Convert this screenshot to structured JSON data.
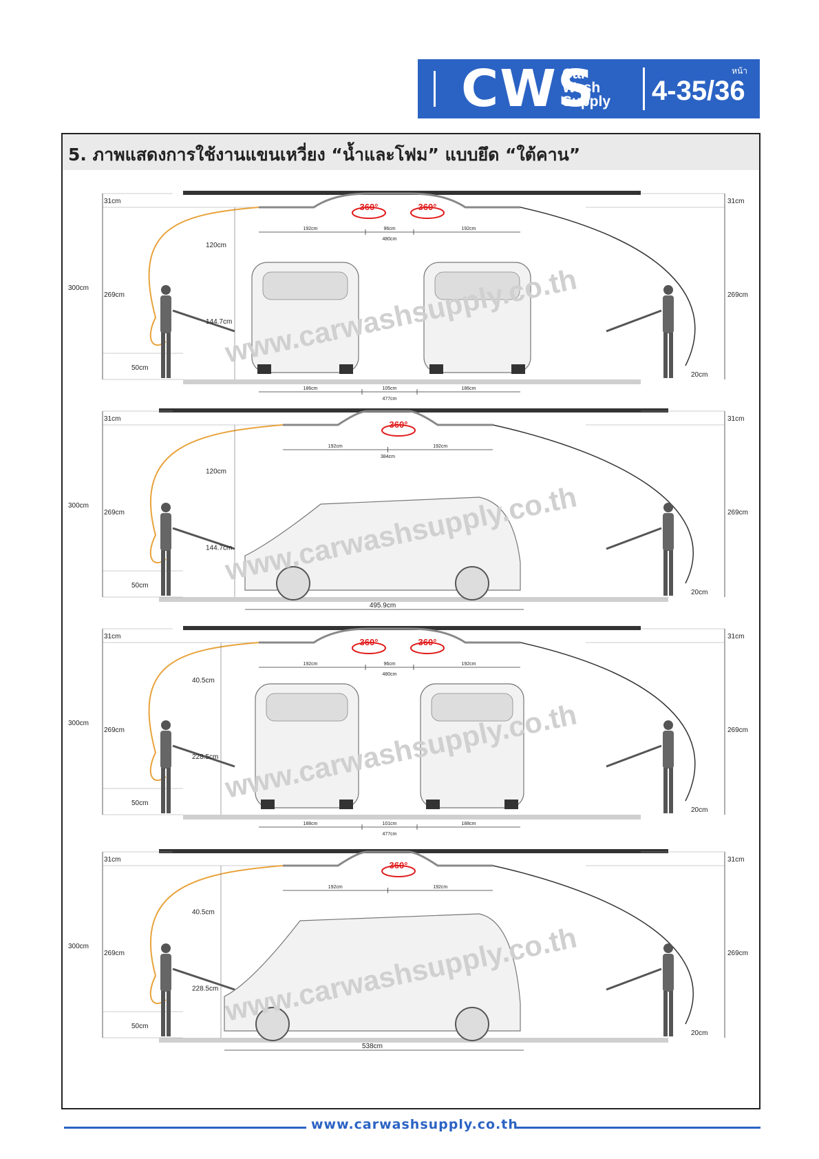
{
  "brand": {
    "logo": "CWS",
    "sub_line1": "Car",
    "sub_line2": "Wash",
    "sub_line3": "Supply",
    "page_label": "หน้า",
    "page_number": "4-35/36",
    "color": "#2b63c4"
  },
  "section": {
    "title": "5. ภาพแสดงการใช้งานแขนเหวี่ยง “น้ำและโฟม” แบบยึด “ใต้คาน”"
  },
  "watermark": "www.carwashsupply.co.th",
  "rotation_label": "360°",
  "panels": [
    {
      "left_top": "31cm",
      "left_total": "300cm",
      "left_mid": "269cm",
      "left_low": "50cm",
      "right_top": "31cm",
      "right_mid": "269cm",
      "right_low": "20cm",
      "drop": "120cm",
      "vehicle_height": "144.7cm",
      "arm_dims": [
        "192cm",
        "96cm",
        "192cm"
      ],
      "arm_total": "480cm",
      "floor_dims": [
        "186cm",
        "105cm",
        "186cm"
      ],
      "floor_total": "477cm"
    },
    {
      "left_top": "31cm",
      "left_total": "300cm",
      "left_mid": "269cm",
      "left_low": "50cm",
      "right_top": "31cm",
      "right_mid": "269cm",
      "right_low": "20cm",
      "drop": "120cm",
      "vehicle_height": "144.7cm",
      "arm_dims": [
        "192cm",
        "192cm"
      ],
      "arm_total": "384cm",
      "floor_total": "495.9cm"
    },
    {
      "left_top": "31cm",
      "left_total": "300cm",
      "left_mid": "269cm",
      "left_low": "50cm",
      "right_top": "31cm",
      "right_mid": "269cm",
      "right_low": "20cm",
      "drop": "40.5cm",
      "vehicle_height": "228.5cm",
      "arm_dims": [
        "192cm",
        "96cm",
        "192cm"
      ],
      "arm_total": "480cm",
      "floor_dims": [
        "188cm",
        "101cm",
        "188cm"
      ],
      "floor_total": "477cm"
    },
    {
      "left_top": "31cm",
      "left_total": "300cm",
      "left_mid": "269cm",
      "left_low": "50cm",
      "right_top": "31cm",
      "right_mid": "269cm",
      "right_low": "20cm",
      "drop": "40.5cm",
      "vehicle_height": "228.5cm",
      "arm_dims": [
        "192cm",
        "192cm"
      ],
      "floor_total": "538cm"
    }
  ],
  "footer": {
    "url": "www.carwashsupply.co.th"
  }
}
